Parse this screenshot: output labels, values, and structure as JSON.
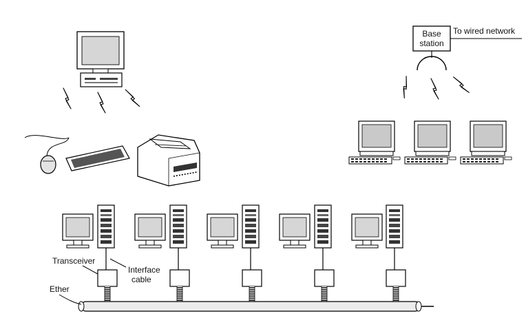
{
  "wireless_base": {
    "base_station_line1": "Base",
    "base_station_line2": "station",
    "wired_link_label": "To wired network"
  },
  "ethernet": {
    "transceiver_label": "Transceiver",
    "interface_cable_line1": "Interface",
    "interface_cable_line2": "cable",
    "ether_label": "Ether"
  },
  "colors": {
    "screen": "#d6d6d6",
    "outline": "#000000",
    "cable": "#ececec"
  }
}
